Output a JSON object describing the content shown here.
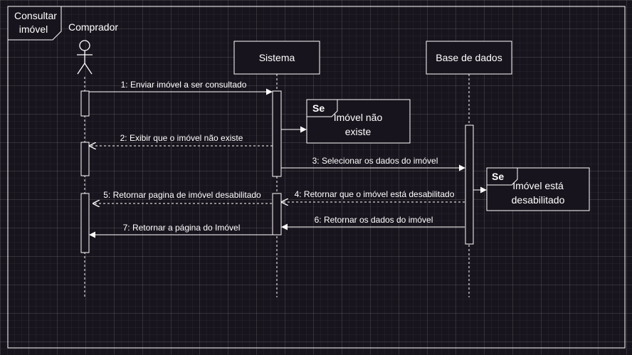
{
  "frame": {
    "title_line1": "Consultar",
    "title_line2": "imóvel"
  },
  "actor": {
    "name": "Comprador"
  },
  "participants": {
    "sistema": "Sistema",
    "base": "Base de dados"
  },
  "notes": {
    "note1": {
      "tag": "Se",
      "line1": "Imóvel não",
      "line2": "existe"
    },
    "note2": {
      "tag": "Se",
      "line1": "Imóvel está",
      "line2": "desabilitado"
    }
  },
  "messages": {
    "m1": "1: Enviar imóvel a ser consultado",
    "m2": "2: Exibir que o imóvel não existe",
    "m3": "3: Selecionar os dados do imóvel",
    "m4": "4: Retornar que o imóvel está desabilitado",
    "m5": "5: Retornar pagina de imóvel desabilitado",
    "m6": "6: Retornar os dados do imóvel",
    "m7": "7: Retornar a página do Imóvel"
  },
  "colors": {
    "line": "#ffffff",
    "fill": "#18141d"
  }
}
